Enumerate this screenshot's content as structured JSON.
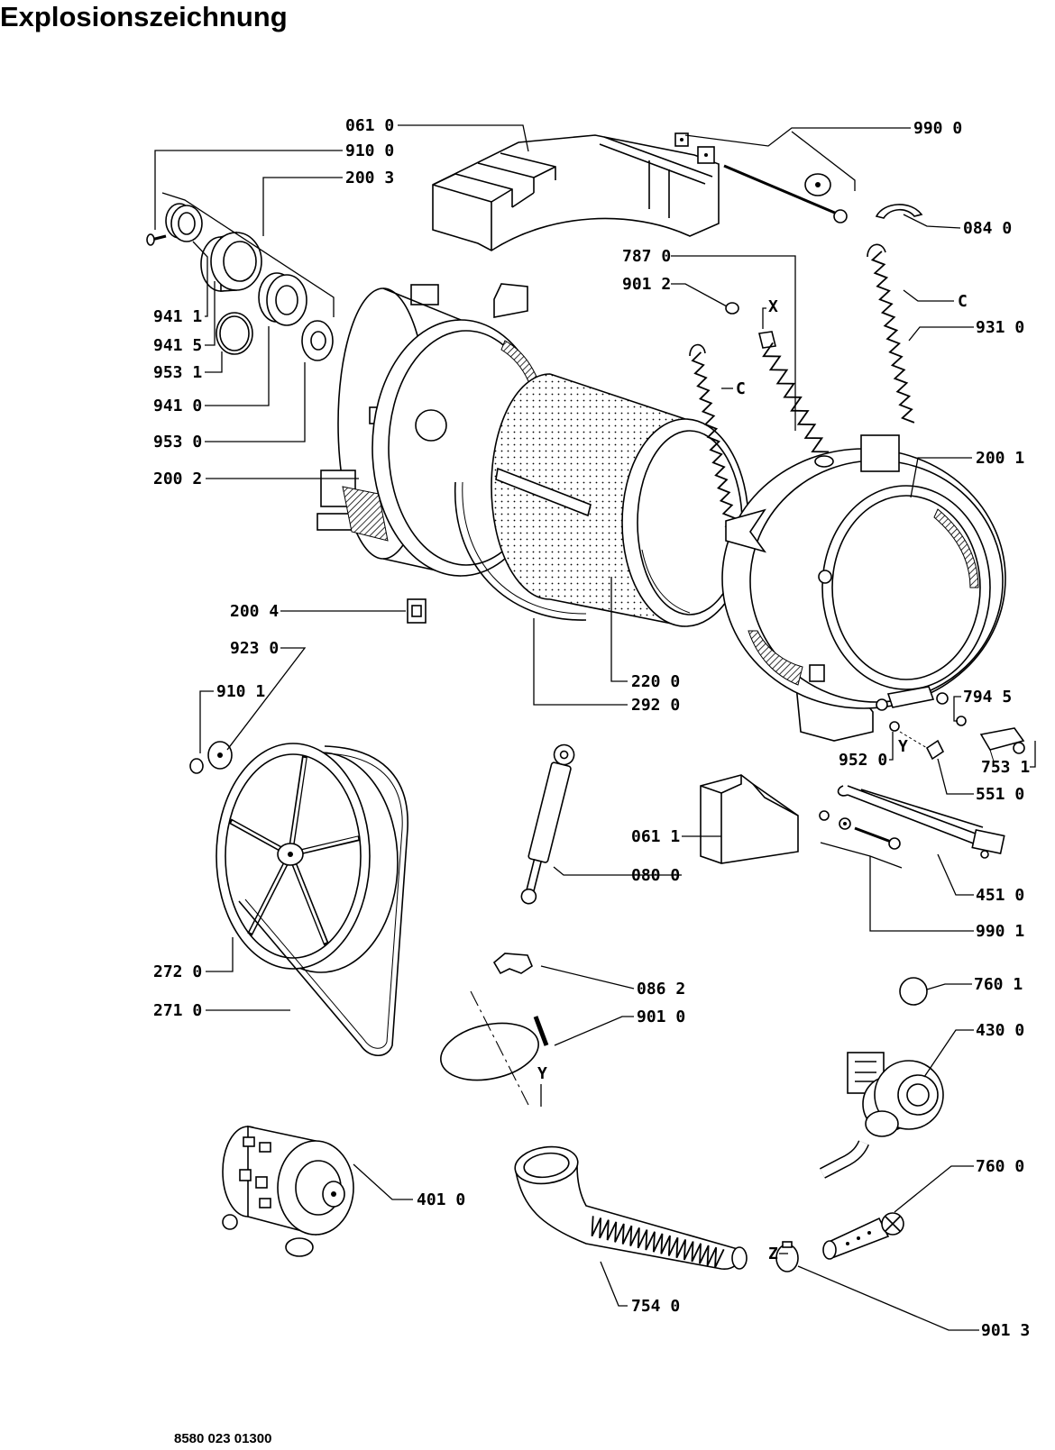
{
  "title": "Explosionszeichnung",
  "labels": [
    "061 0",
    "910 0",
    "200 3",
    "941 1",
    "941 5",
    "953 1",
    "941 0",
    "953 0",
    "200 2",
    "200 4",
    "923 0",
    "910 1",
    "272 0",
    "271 0",
    "401 0",
    "990 0",
    "084 0",
    "787 0",
    "901 2",
    "931 0",
    "200 1",
    "794 5",
    "952 0",
    "753 1",
    "551 0",
    "061 1",
    "080 0",
    "451 0",
    "990 1",
    "220 0",
    "292 0",
    "086 2",
    "760 1",
    "901 0",
    "430 0",
    "760 0",
    "754 0",
    "901 3"
  ],
  "markers": [
    "X",
    "C",
    "C",
    "Y",
    "Y",
    "Z"
  ],
  "drawing_number": "8580 023 01300"
}
